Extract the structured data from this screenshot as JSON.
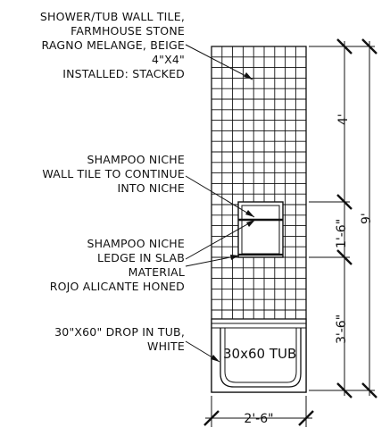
{
  "callouts": {
    "wall_tile": {
      "lines": [
        "SHOWER/TUB WALL TILE,",
        "FARMHOUSE STONE",
        "RAGNO MELANGE, BEIGE",
        "4\"X4\"",
        "INSTALLED: STACKED"
      ]
    },
    "niche_tile": {
      "lines": [
        "SHAMPOO NICHE",
        "WALL TILE TO CONTINUE",
        "INTO NICHE"
      ]
    },
    "niche_ledge": {
      "lines": [
        "SHAMPOO NICHE",
        "LEDGE IN SLAB",
        "MATERIAL",
        "ROJO ALICANTE HONED"
      ]
    },
    "tub": {
      "lines": [
        "30\"X60\" DROP IN TUB,",
        "WHITE"
      ]
    }
  },
  "tub_label": "30x60 TUB",
  "dimensions": {
    "upper_wall": "4'",
    "niche": "1'-6\"",
    "lower_wall": "3'-6\"",
    "overall_height": "9'",
    "width": "2'-6\""
  },
  "colors": {
    "line": "#111111",
    "background": "#ffffff"
  }
}
